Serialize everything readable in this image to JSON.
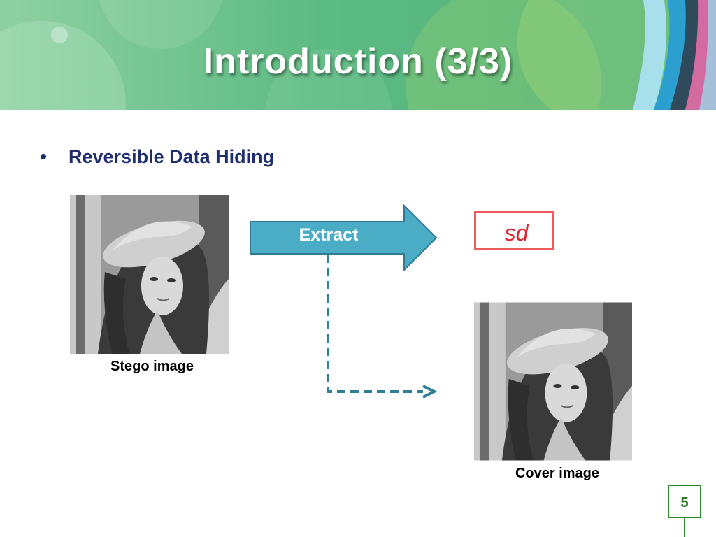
{
  "slide": {
    "title": "Introduction (3/3)",
    "bullet": "Reversible Data Hiding",
    "stego_caption": "Stego image",
    "cover_caption": "Cover image",
    "extract_label": "Extract",
    "secret_label": "sd",
    "page_number": "5"
  },
  "colors": {
    "header_green": "#5cbb82",
    "bullet_text": "#1f2e6e",
    "arrow_fill": "#4bacc6",
    "arrow_border": "#2f7a94",
    "secret_border": "#ef5a5a",
    "secret_text": "#e0242a",
    "page_box": "#2a8a2a"
  }
}
